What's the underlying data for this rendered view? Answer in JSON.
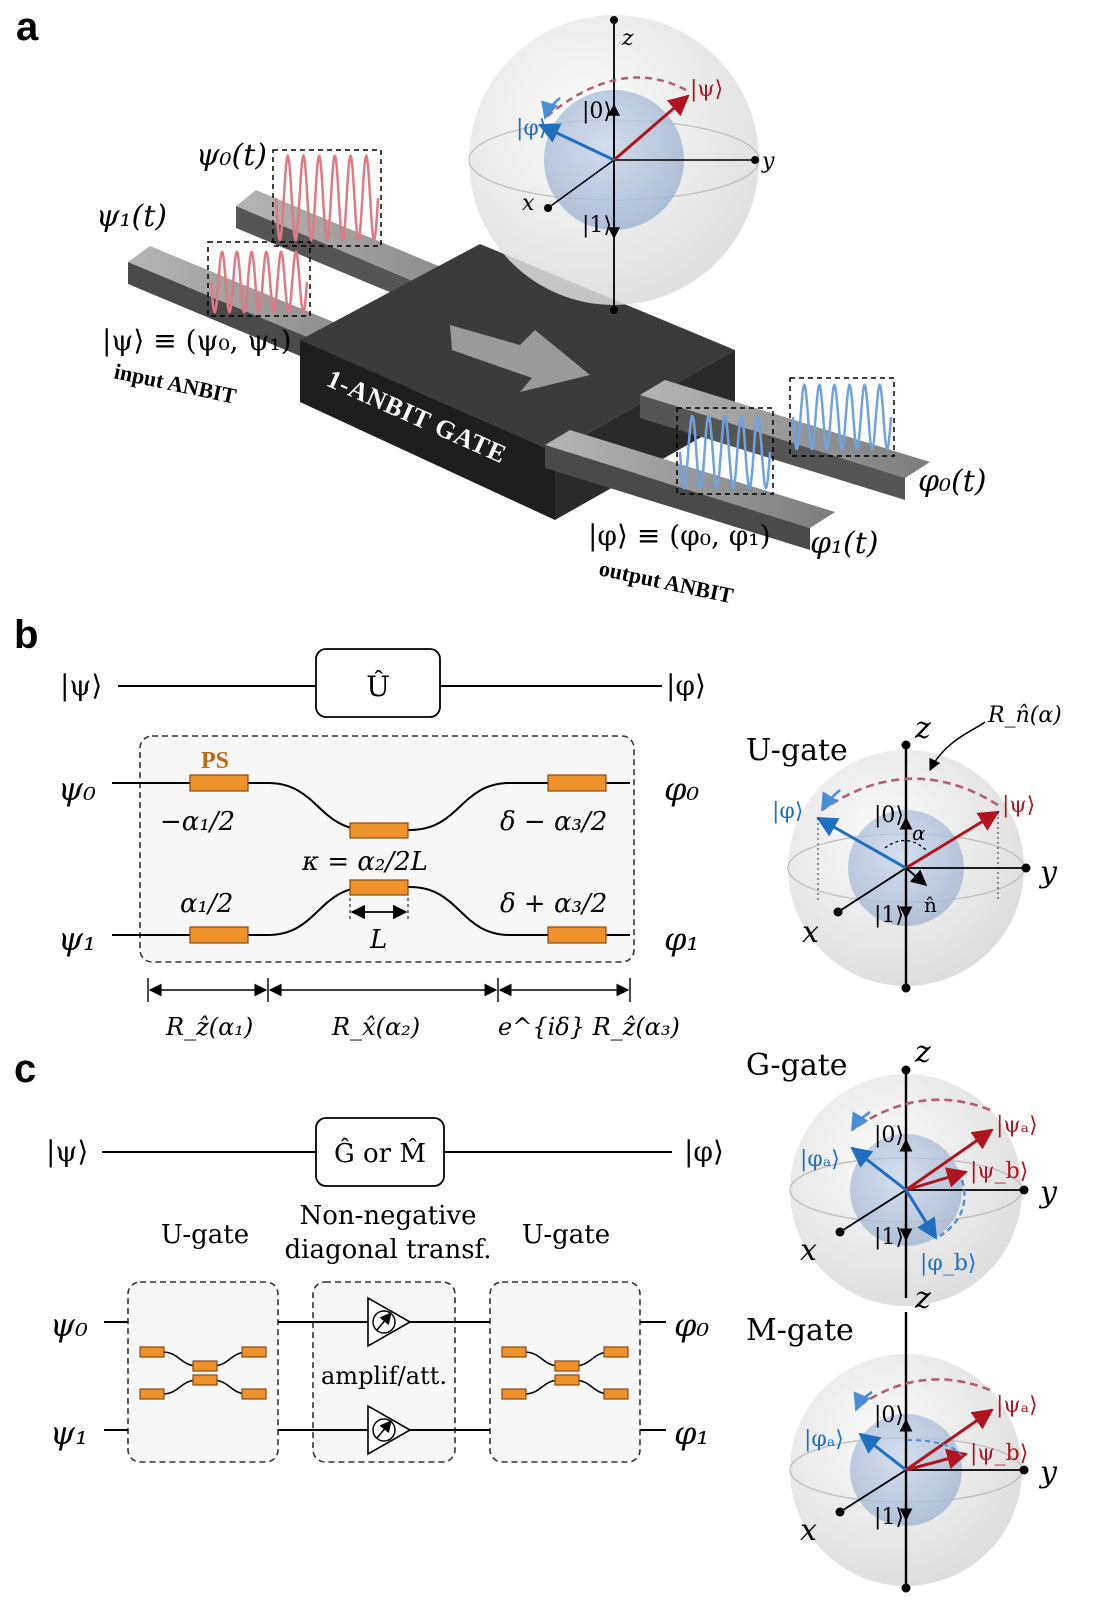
{
  "panel_a": {
    "letter": "a",
    "psi0_t": "ψ₀(t)",
    "psi1_t": "ψ₁(t)",
    "input_state": "|ψ⟩ ≡ (ψ₀, ψ₁)",
    "input_label": "input ANBIT",
    "gate_label": "1-ANBIT GATE",
    "phi0_t": "φ₀(t)",
    "phi1_t": "φ₁(t)",
    "output_state": "|φ⟩ ≡ (φ₀, φ₁)",
    "output_label": "output ANBIT",
    "sphere": {
      "z": "z",
      "y": "y",
      "x": "x",
      "ket0": "|0⟩",
      "ket1": "|1⟩",
      "psi": "|ψ⟩",
      "phi": "|φ⟩"
    }
  },
  "panel_b": {
    "letter": "b",
    "in_ket": "|ψ⟩",
    "out_ket": "|φ⟩",
    "gate_box": "Û",
    "psi0": "ψ₀",
    "psi1": "ψ₁",
    "phi0": "φ₀",
    "phi1": "φ₁",
    "ps_label": "PS",
    "ps_top_left": "−α₁/2",
    "ps_bottom_left": "α₁/2",
    "kappa": "κ = α₂/2L",
    "length": "L",
    "ps_top_right": "δ − α₃/2",
    "ps_bottom_right": "δ + α₃/2",
    "rot1": "R_ẑ(α₁)",
    "rot2": "R_x̂(α₂)",
    "rot3": "e^{iδ} R_ẑ(α₃)",
    "sphere": {
      "title": "U-gate",
      "z": "z",
      "y": "y",
      "x": "x",
      "ket0": "|0⟩",
      "ket1": "|1⟩",
      "psi": "|ψ⟩",
      "phi": "|φ⟩",
      "alpha": "α",
      "n": "n̂",
      "rotation": "R_n̂(α)"
    }
  },
  "panel_c": {
    "letter": "c",
    "in_ket": "|ψ⟩",
    "out_ket": "|φ⟩",
    "gate_box": "Ĝ or M̂",
    "psi0": "ψ₀",
    "psi1": "ψ₁",
    "phi0": "φ₀",
    "phi1": "φ₁",
    "ugate_left": "U-gate",
    "middle_line1": "Non-negative",
    "middle_line2": "diagonal transf.",
    "ugate_right": "U-gate",
    "amp_label": "amplif/att.",
    "g_sphere": {
      "title": "G-gate",
      "z": "z",
      "y": "y",
      "x": "x",
      "ket0": "|0⟩",
      "ket1": "|1⟩",
      "psi_a": "|ψₐ⟩",
      "psi_b": "|ψ_b⟩",
      "phi_a": "|φₐ⟩",
      "phi_b": "|φ_b⟩"
    },
    "m_sphere": {
      "title": "M-gate",
      "z": "z",
      "y": "y",
      "x": "x",
      "ket0": "|0⟩",
      "ket1": "|1⟩",
      "psi_a": "|ψₐ⟩",
      "psi_b": "|ψ_b⟩",
      "phi_a": "|φₐ⟩"
    }
  },
  "colors": {
    "input_wave": "#e07a82",
    "output_wave": "#6fa3e0",
    "state_red": "#b0151f",
    "state_blue": "#1f6fbf",
    "phase_shifter": "#f0922b"
  }
}
